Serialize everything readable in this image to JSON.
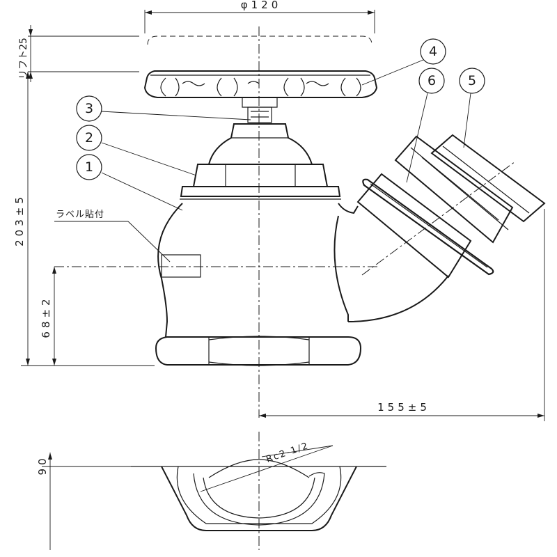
{
  "dimensions": {
    "handle_diameter": "φ120",
    "lift": "リフト25",
    "total_height": "203±5",
    "outlet_height": "68±2",
    "outlet_offset": "155±5",
    "bottom_width": "90"
  },
  "label_note": "ラベル貼付",
  "thread_note": "Rc2-1/2",
  "parts": [
    {
      "num": "1"
    },
    {
      "num": "2"
    },
    {
      "num": "3"
    },
    {
      "num": "4"
    },
    {
      "num": "5"
    },
    {
      "num": "6"
    }
  ],
  "colors": {
    "line": "#1a1a1a",
    "background": "#ffffff"
  }
}
